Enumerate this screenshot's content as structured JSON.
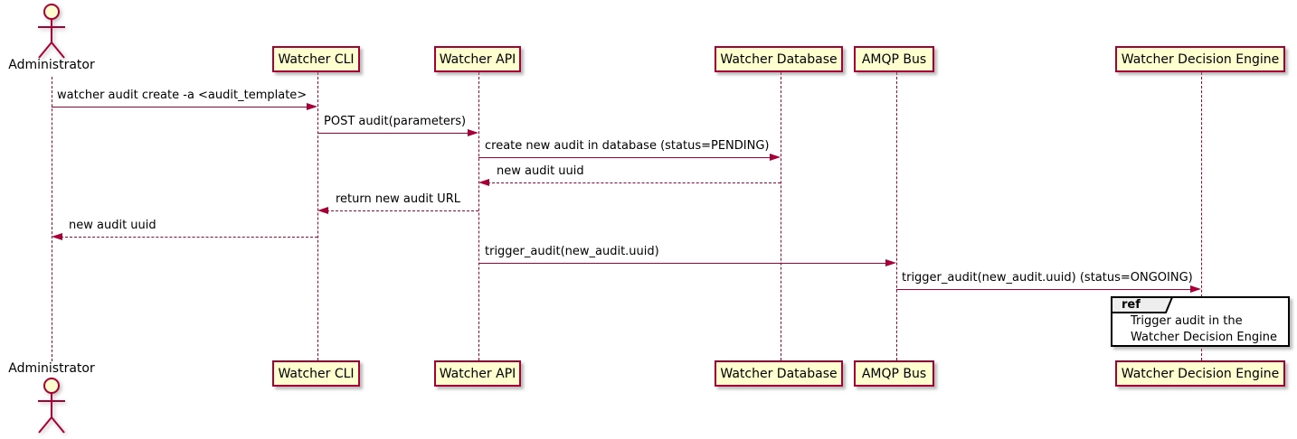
{
  "diagram": {
    "kind": "plantuml-sequence-diagram",
    "colors": {
      "participant_fill": "#FEFECE",
      "participant_border": "#A80036",
      "arrow": "#A80036",
      "lifeline": "#A80036",
      "ref_border": "#000000",
      "ref_header_fill": "#EEEEEE",
      "text": "#000000",
      "background": "#FFFFFF"
    },
    "actor": {
      "label": "Administrator"
    },
    "participants": [
      {
        "label": "Watcher CLI"
      },
      {
        "label": "Watcher API"
      },
      {
        "label": "Watcher Database"
      },
      {
        "label": "AMQP Bus"
      },
      {
        "label": "Watcher Decision Engine"
      }
    ],
    "messages": [
      {
        "from": "Administrator",
        "to": "Watcher CLI",
        "text": "watcher audit create -a <audit_template>",
        "line": "solid",
        "direction": "right"
      },
      {
        "from": "Watcher CLI",
        "to": "Watcher API",
        "text": "POST audit(parameters)",
        "line": "solid",
        "direction": "right"
      },
      {
        "from": "Watcher API",
        "to": "Watcher Database",
        "text": "create new audit in database (status=PENDING)",
        "line": "solid",
        "direction": "right"
      },
      {
        "from": "Watcher Database",
        "to": "Watcher API",
        "text": "new audit uuid",
        "line": "dashed",
        "direction": "left"
      },
      {
        "from": "Watcher API",
        "to": "Watcher CLI",
        "text": "return new audit URL",
        "line": "dashed",
        "direction": "left"
      },
      {
        "from": "Watcher CLI",
        "to": "Administrator",
        "text": "new audit uuid",
        "line": "dashed",
        "direction": "left"
      },
      {
        "from": "Watcher API",
        "to": "AMQP Bus",
        "text": "trigger_audit(new_audit.uuid)",
        "line": "solid",
        "direction": "right"
      },
      {
        "from": "AMQP Bus",
        "to": "Watcher Decision Engine",
        "text": "trigger_audit(new_audit.uuid) (status=ONGOING)",
        "line": "solid",
        "direction": "right"
      }
    ],
    "ref": {
      "keyword": "ref",
      "over": "Watcher Decision Engine",
      "line1": "Trigger audit in the",
      "line2": "Watcher Decision Engine"
    }
  }
}
